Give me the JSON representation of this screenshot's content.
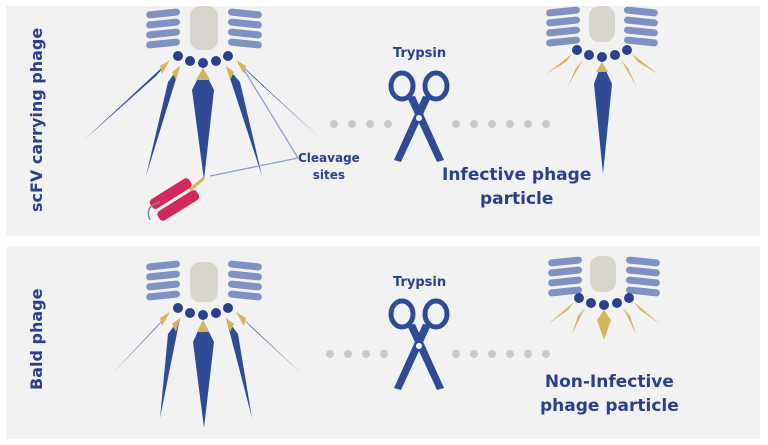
{
  "top_panel": {
    "side_label": "scFV carrying phage",
    "enzyme_label": "Trypsin",
    "cleavage_label_line1": "Cleavage",
    "cleavage_label_line2": "sites",
    "result_line1": "Infective phage",
    "result_line2": "particle"
  },
  "bottom_panel": {
    "side_label": "Bald phage",
    "enzyme_label": "Trypsin",
    "result_line1": "Non-Infective",
    "result_line2": "phage particle"
  },
  "colors": {
    "panel_bg": "#f2f2f2",
    "navy": "#2b3f8e",
    "spike": "#2e4b96",
    "gold": "#d7b35a",
    "coil": "#7f91c4",
    "core": "#d8d6cc",
    "dots": "#c9c9c9",
    "scfv": "#d4285b"
  }
}
